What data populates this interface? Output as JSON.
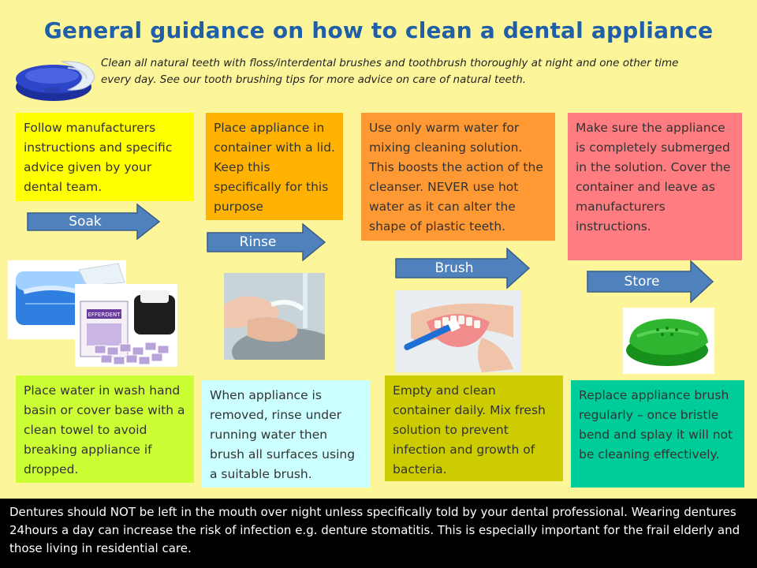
{
  "title": "General guidance on how  to clean a dental appliance",
  "intro": "Clean all natural teeth with floss/interdental brushes and toothbrush thoroughly at night and one other time every day. See our tooth brushing tips for more advice on care of natural teeth.",
  "steps": [
    {
      "label": "Soak",
      "top_text": "Follow manufacturers instructions and specific advice given by your dental team.",
      "bottom_text": "Place water in wash hand basin or cover base with a clean towel to avoid breaking appliance if dropped.",
      "top_color": "#ffff00",
      "bottom_color": "#ccff33"
    },
    {
      "label": "Rinse",
      "top_text": "Place appliance in container  with a lid. Keep this specifically for this purpose",
      "bottom_text": "When appliance is removed, rinse under running water then brush all surfaces using a suitable brush.",
      "top_color": "#ffb300",
      "bottom_color": "#ccffff"
    },
    {
      "label": "Brush",
      "top_text": "Use only warm water for mixing cleaning solution. This boosts the action of the cleanser. NEVER use hot water as it can alter the shape of plastic teeth.",
      "bottom_text": "Empty and clean container daily. Mix fresh solution to prevent infection and growth of bacteria.",
      "top_color": "#ff9933",
      "bottom_color": "#cccc00"
    },
    {
      "label": "Store",
      "top_text": "Make sure the appliance is completely submerged in the solution. Cover the container and leave as manufacturers instructions.",
      "bottom_text": "Replace appliance brush regularly – once bristle bend and splay it will not be cleaning effectively.",
      "top_color": "#ff7c80",
      "bottom_color": "#00cc99"
    }
  ],
  "product_label": "EFFERDENT",
  "footer": "Dentures should NOT be left in the mouth over night unless specifically told by your dental professional. Wearing dentures  24hours a day can increase the risk of infection e.g. denture stomatitis. This is especially important for the frail elderly and those living in residential care.",
  "colors": {
    "title": "#1f5fa8",
    "arrow": "#4f81bd",
    "arrow_border": "#385d8a",
    "background": "#fdf59a"
  },
  "icons": [
    "retainer-case-icon",
    "denture-bath-photo",
    "hands-rinse-photo",
    "denture-brush-photo",
    "green-case-photo"
  ]
}
